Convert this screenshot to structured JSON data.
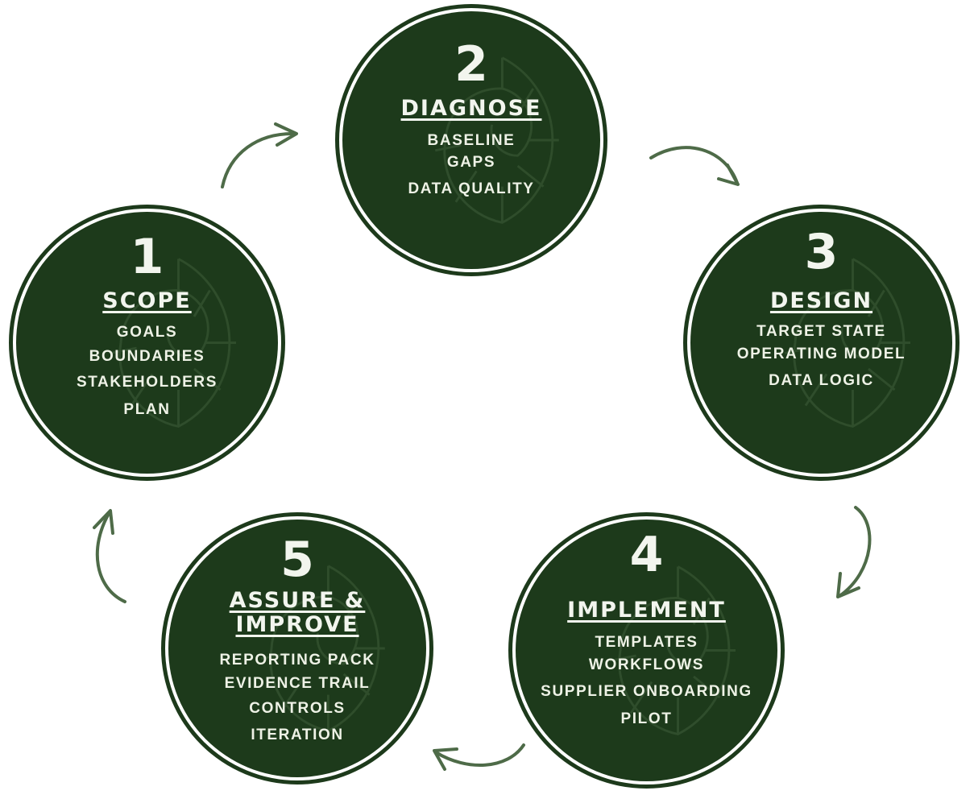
{
  "colors": {
    "circle_fill": "#1d3a1b",
    "ring": "#1d3a1b",
    "text": "#eef2e6",
    "arrow": "#4e6b48"
  },
  "stages": [
    {
      "number": "2",
      "title": "DIAGNOSE",
      "items": [
        "BASELINE",
        "GAPS",
        "DATA QUALITY"
      ]
    },
    {
      "number": "1",
      "title": "SCOPE",
      "items": [
        "GOALS",
        "BOUNDARIES",
        "STAKEHOLDERS",
        "PLAN"
      ]
    },
    {
      "number": "3",
      "title": "DESIGN",
      "items": [
        "TARGET STATE",
        "OPERATING MODEL",
        "DATA LOGIC"
      ]
    },
    {
      "number": "5",
      "title": "ASSURE & IMPROVE",
      "items": [
        "REPORTING PACK",
        "EVIDENCE TRAIL",
        "CONTROLS",
        "ITERATION"
      ]
    },
    {
      "number": "4",
      "title": "IMPLEMENT",
      "items": [
        "TEMPLATES",
        "WORKFLOWS",
        "SUPPLIER ONBOARDING",
        "PILOT"
      ]
    }
  ]
}
